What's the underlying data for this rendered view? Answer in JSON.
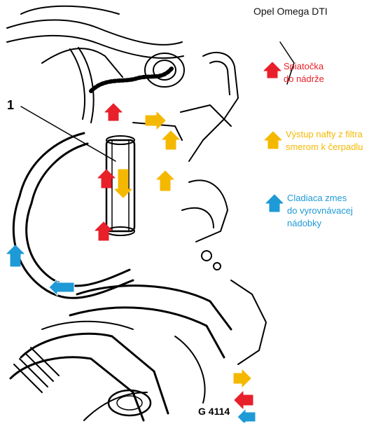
{
  "title": "Opel Omega DTI",
  "callout_label": "1",
  "figure_code": "G 4114",
  "colors": {
    "return": "#e8202a",
    "fuel": "#f5b800",
    "coolant": "#1e9ad6",
    "line": "#000000"
  },
  "legend": [
    {
      "key": "return",
      "color": "#e8202a",
      "lines": [
        "Spiatočka",
        "do nádrže"
      ]
    },
    {
      "key": "fuel",
      "color": "#f5b800",
      "lines": [
        "Výstup nafty z filtra",
        "smerom k čerpadlu"
      ]
    },
    {
      "key": "coolant",
      "color": "#1e9ad6",
      "lines": [
        "Cladiaca zmes",
        "do vyrovnávacej",
        "nádobky"
      ]
    }
  ],
  "arrow_icons": [
    "up-arrow-icon",
    "right-arrow-icon",
    "left-arrow-icon",
    "down-arrow-icon"
  ]
}
